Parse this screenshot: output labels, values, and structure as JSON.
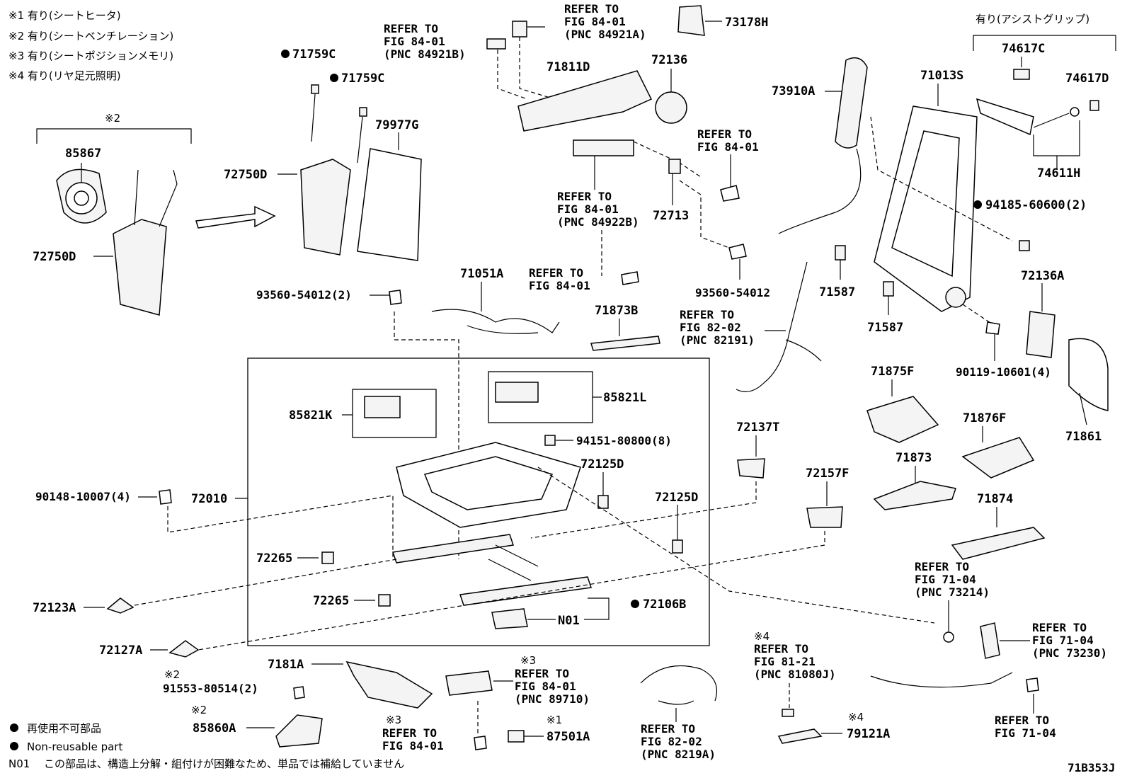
{
  "notes": [
    "※1 有り(シートヒータ)",
    "※2 有り(シートベンチレーション)",
    "※3 有り(シートポジションメモリ)",
    "※4 有り(リヤ足元照明)"
  ],
  "legend": {
    "jp": "再使用不可部品",
    "en": "Non-reusable part",
    "n01_code": "N01",
    "n01_text": "この部品は、構造上分解・組付けが困難なため、単品では補給していません"
  },
  "figure_code": "71B353J",
  "group_label_assist": "有り(アシストグリップ)",
  "note_marks": {
    "m1": "※1",
    "m2": "※2",
    "m3": "※3",
    "m4": "※4"
  },
  "part_labels": {
    "p85867": "85867",
    "p72750D_a": "72750D",
    "p72750D_b": "72750D",
    "p71759C_a": "71759C",
    "p71759C_b": "71759C",
    "p79977G": "79977G",
    "p71811D": "71811D",
    "p72136": "72136",
    "p73178H": "73178H",
    "p72713": "72713",
    "p93560_54012_a": "93560-54012",
    "p93560_54012_b": "93560-54012(2)",
    "p73910A": "73910A",
    "p71013S": "71013S",
    "p74617C": "74617C",
    "p74617D": "74617D",
    "p74611H": "74611H",
    "p94185_60600": "94185-60600(2)",
    "p71587_a": "71587",
    "p71587_b": "71587",
    "p72136A": "72136A",
    "p90119_10601": "90119-10601(4)",
    "p71861": "71861",
    "p71051A": "71051A",
    "p71873B": "71873B",
    "p85821K": "85821K",
    "p85821L": "85821L",
    "p94151_80800": "94151-80800(8)",
    "p90148_10007": "90148-10007(4)",
    "p72010": "72010",
    "p72125D_a": "72125D",
    "p72125D_b": "72125D",
    "p72137T": "72137T",
    "p72157F": "72157F",
    "p71875F": "71875F",
    "p71876F": "71876F",
    "p71873": "71873",
    "p71874": "71874",
    "p72265_a": "72265",
    "p72265_b": "72265",
    "p72123A": "72123A",
    "p72127A": "72127A",
    "p72106B": "72106B",
    "pN01": "N01",
    "p7181A": "7181A",
    "p91553_80514": "91553-80514(2)",
    "p85860A": "85860A",
    "p87501A": "87501A",
    "p79121A": "79121A"
  },
  "refer": {
    "r1": [
      "REFER TO",
      "FIG 84-01",
      "(PNC 84921B)"
    ],
    "r2": [
      "REFER TO",
      "FIG 84-01",
      "(PNC 84921A)"
    ],
    "r3": [
      "REFER TO",
      "FIG 84-01"
    ],
    "r4": [
      "REFER TO",
      "FIG 84-01",
      "(PNC 84922B)"
    ],
    "r5": [
      "REFER TO",
      "FIG 84-01"
    ],
    "r6": [
      "REFER TO",
      "FIG 82-02",
      "(PNC 82191)"
    ],
    "r7": [
      "REFER TO",
      "FIG 71-04",
      "(PNC 73214)"
    ],
    "r8": [
      "REFER TO",
      "FIG 71-04",
      "(PNC 73230)"
    ],
    "r9": [
      "REFER TO",
      "FIG 71-04"
    ],
    "r10": [
      "REFER TO",
      "FIG 84-01",
      "(PNC 89710)"
    ],
    "r11": [
      "REFER TO",
      "FIG 84-01"
    ],
    "r12": [
      "REFER TO",
      "FIG 82-02",
      "(PNC 8219A)"
    ],
    "r13": [
      "REFER TO",
      "FIG 81-21",
      "(PNC 81080J)"
    ]
  }
}
